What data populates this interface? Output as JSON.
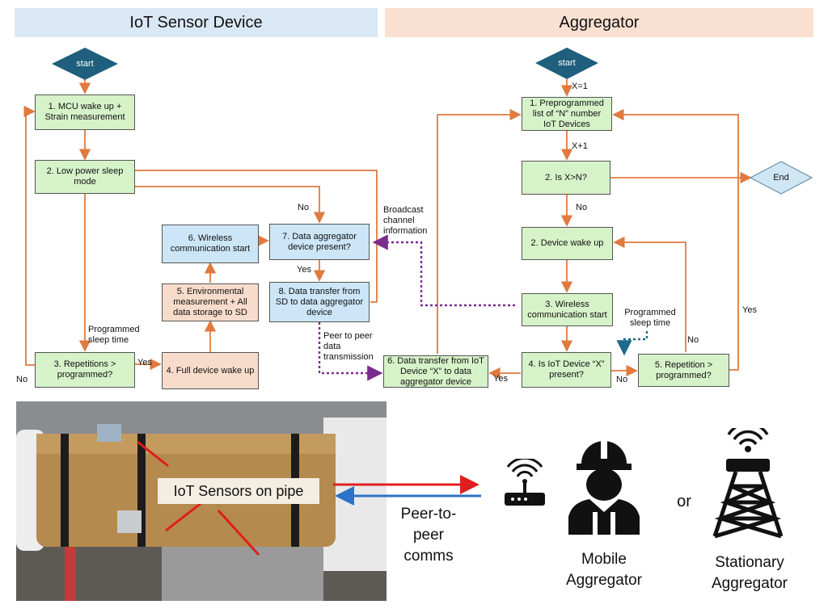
{
  "headers": {
    "left": "IoT Sensor Device",
    "right": "Aggregator"
  },
  "left_flow": {
    "start": "start",
    "b1": "1. MCU wake up + Strain measurement",
    "b2": "2. Low power sleep mode",
    "b3": "3. Repetitions > programmed?",
    "b4": "4. Full device wake up",
    "b5": "5. Environmental measurement + All data storage to SD",
    "b6": "6. Wireless communication start",
    "b7": "7. Data aggregator device present?",
    "b8": "8. Data transfer from SD to data aggregator device",
    "lbl_no_left": "No",
    "lbl_yes_b3": "Yes",
    "lbl_no_b7": "No",
    "lbl_yes_b7": "Yes",
    "lbl_sleep": "Programmed sleep time",
    "lbl_broadcast": "Broadcast channel information",
    "lbl_p2p": "Peer to peer data transmission"
  },
  "right_flow": {
    "start": "start",
    "end": "End",
    "r1": "1. Preprogrammed list of “N” number IoT Devices",
    "r2": "2. Is X>N?",
    "r3": "2. Device wake up",
    "r4": "3. Wireless communication start",
    "r5": "4. Is IoT Device “X” present?",
    "r6": "5. Repetition > programmed?",
    "r7": "6. Data transfer from IoT Device “X” to data aggregator device",
    "lbl_x1": "X=1",
    "lbl_xplus": "X+1",
    "lbl_no_r2": "No",
    "lbl_yes_r5": "Yes",
    "lbl_no_r5": "No",
    "lbl_no_r6": "No",
    "lbl_yes_r6": "Yes",
    "lbl_sleep": "Programmed sleep time"
  },
  "bottom": {
    "photo_label": "IoT Sensors on pipe",
    "comms": "Peer-to- peer comms",
    "mobile": "Mobile Aggregator",
    "or": "or",
    "stationary": "Stationary Aggregator"
  }
}
